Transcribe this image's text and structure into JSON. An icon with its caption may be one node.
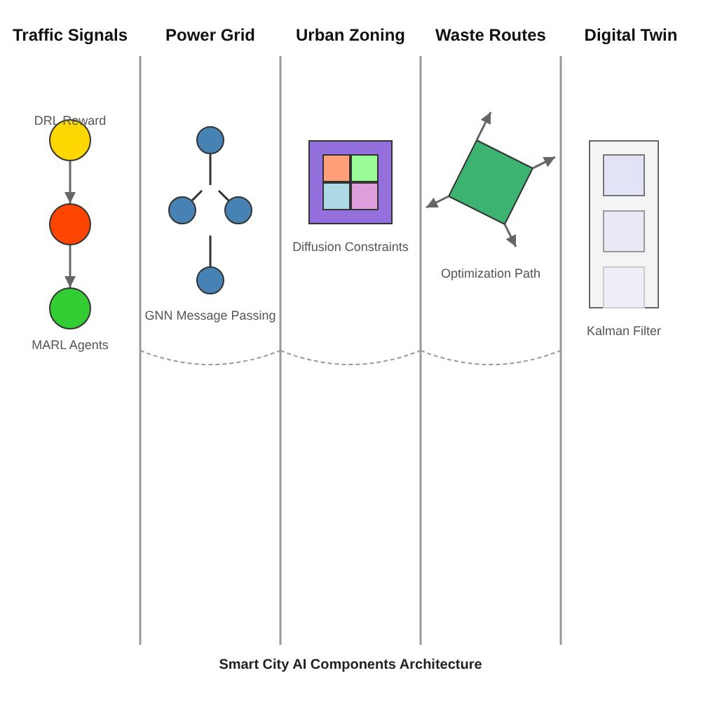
{
  "diagram": {
    "caption": "Smart City AI Components Architecture",
    "nodes": [
      {
        "text": [
          "DRL Reward"
        ]
      },
      {
        "text": [],
        "shape": "circle"
      },
      {
        "text": [],
        "shape": "circle",
        "beside": [
          "MARL Agents"
        ]
      },
      {
        "text": [],
        "shape": "circle"
      },
      {
        "text": [],
        "shape": "circle"
      },
      {
        "text": [],
        "shape": "circle"
      },
      {
        "text": [],
        "shape": "circle",
        "beside": [
          "GNN Message Passing"
        ]
      },
      {
        "text": [],
        "shape": "box",
        "beside": [
          "Diffusion Constraints"
        ]
      },
      {
        "text": [],
        "shape": "box",
        "in": 7
      },
      {
        "text": [],
        "shape": "box",
        "in": 7
      },
      {
        "text": [],
        "shape": "box",
        "in": 7
      },
      {
        "text": [],
        "shape": "box",
        "in": 7
      },
      {
        "text": [],
        "shape": "box",
        "beside": [
          "Optimization Path"
        ]
      },
      {
        "text": [],
        "shape": "box",
        "beside": [
          "Kalman Filter"
        ]
      },
      {
        "text": [],
        "shape": "box",
        "in": 13
      },
      {
        "text": [],
        "shape": "box",
        "in": 13
      },
      {
        "text": [],
        "shape": "box",
        "in": 13
      }
    ],
    "edges": [
      {
        "from": 0,
        "to": 1,
        "arrow": "to"
      },
      {
        "from": 1,
        "to": 2,
        "arrow": "to"
      },
      {
        "from": 3,
        "to": null,
        "arrow": "none",
        "color": "#333333"
      },
      {
        "from": null,
        "to": 4,
        "arrow": "none",
        "color": "#333333"
      },
      {
        "from": null,
        "to": 5,
        "arrow": "none",
        "color": "#333333"
      },
      {
        "from": null,
        "to": 6,
        "arrow": "none",
        "color": "#333333"
      },
      {
        "from": 12,
        "to": null,
        "arrow": "to"
      },
      {
        "from": 12,
        "to": null,
        "arrow": "to"
      },
      {
        "from": 12,
        "to": null,
        "arrow": "to"
      },
      {
        "from": 12,
        "to": null,
        "arrow": "to"
      }
    ],
    "labels": [
      "Traffic Signals",
      "Power Grid",
      "Urban Zoning",
      "Waste Routes",
      "Digital Twin"
    ]
  }
}
